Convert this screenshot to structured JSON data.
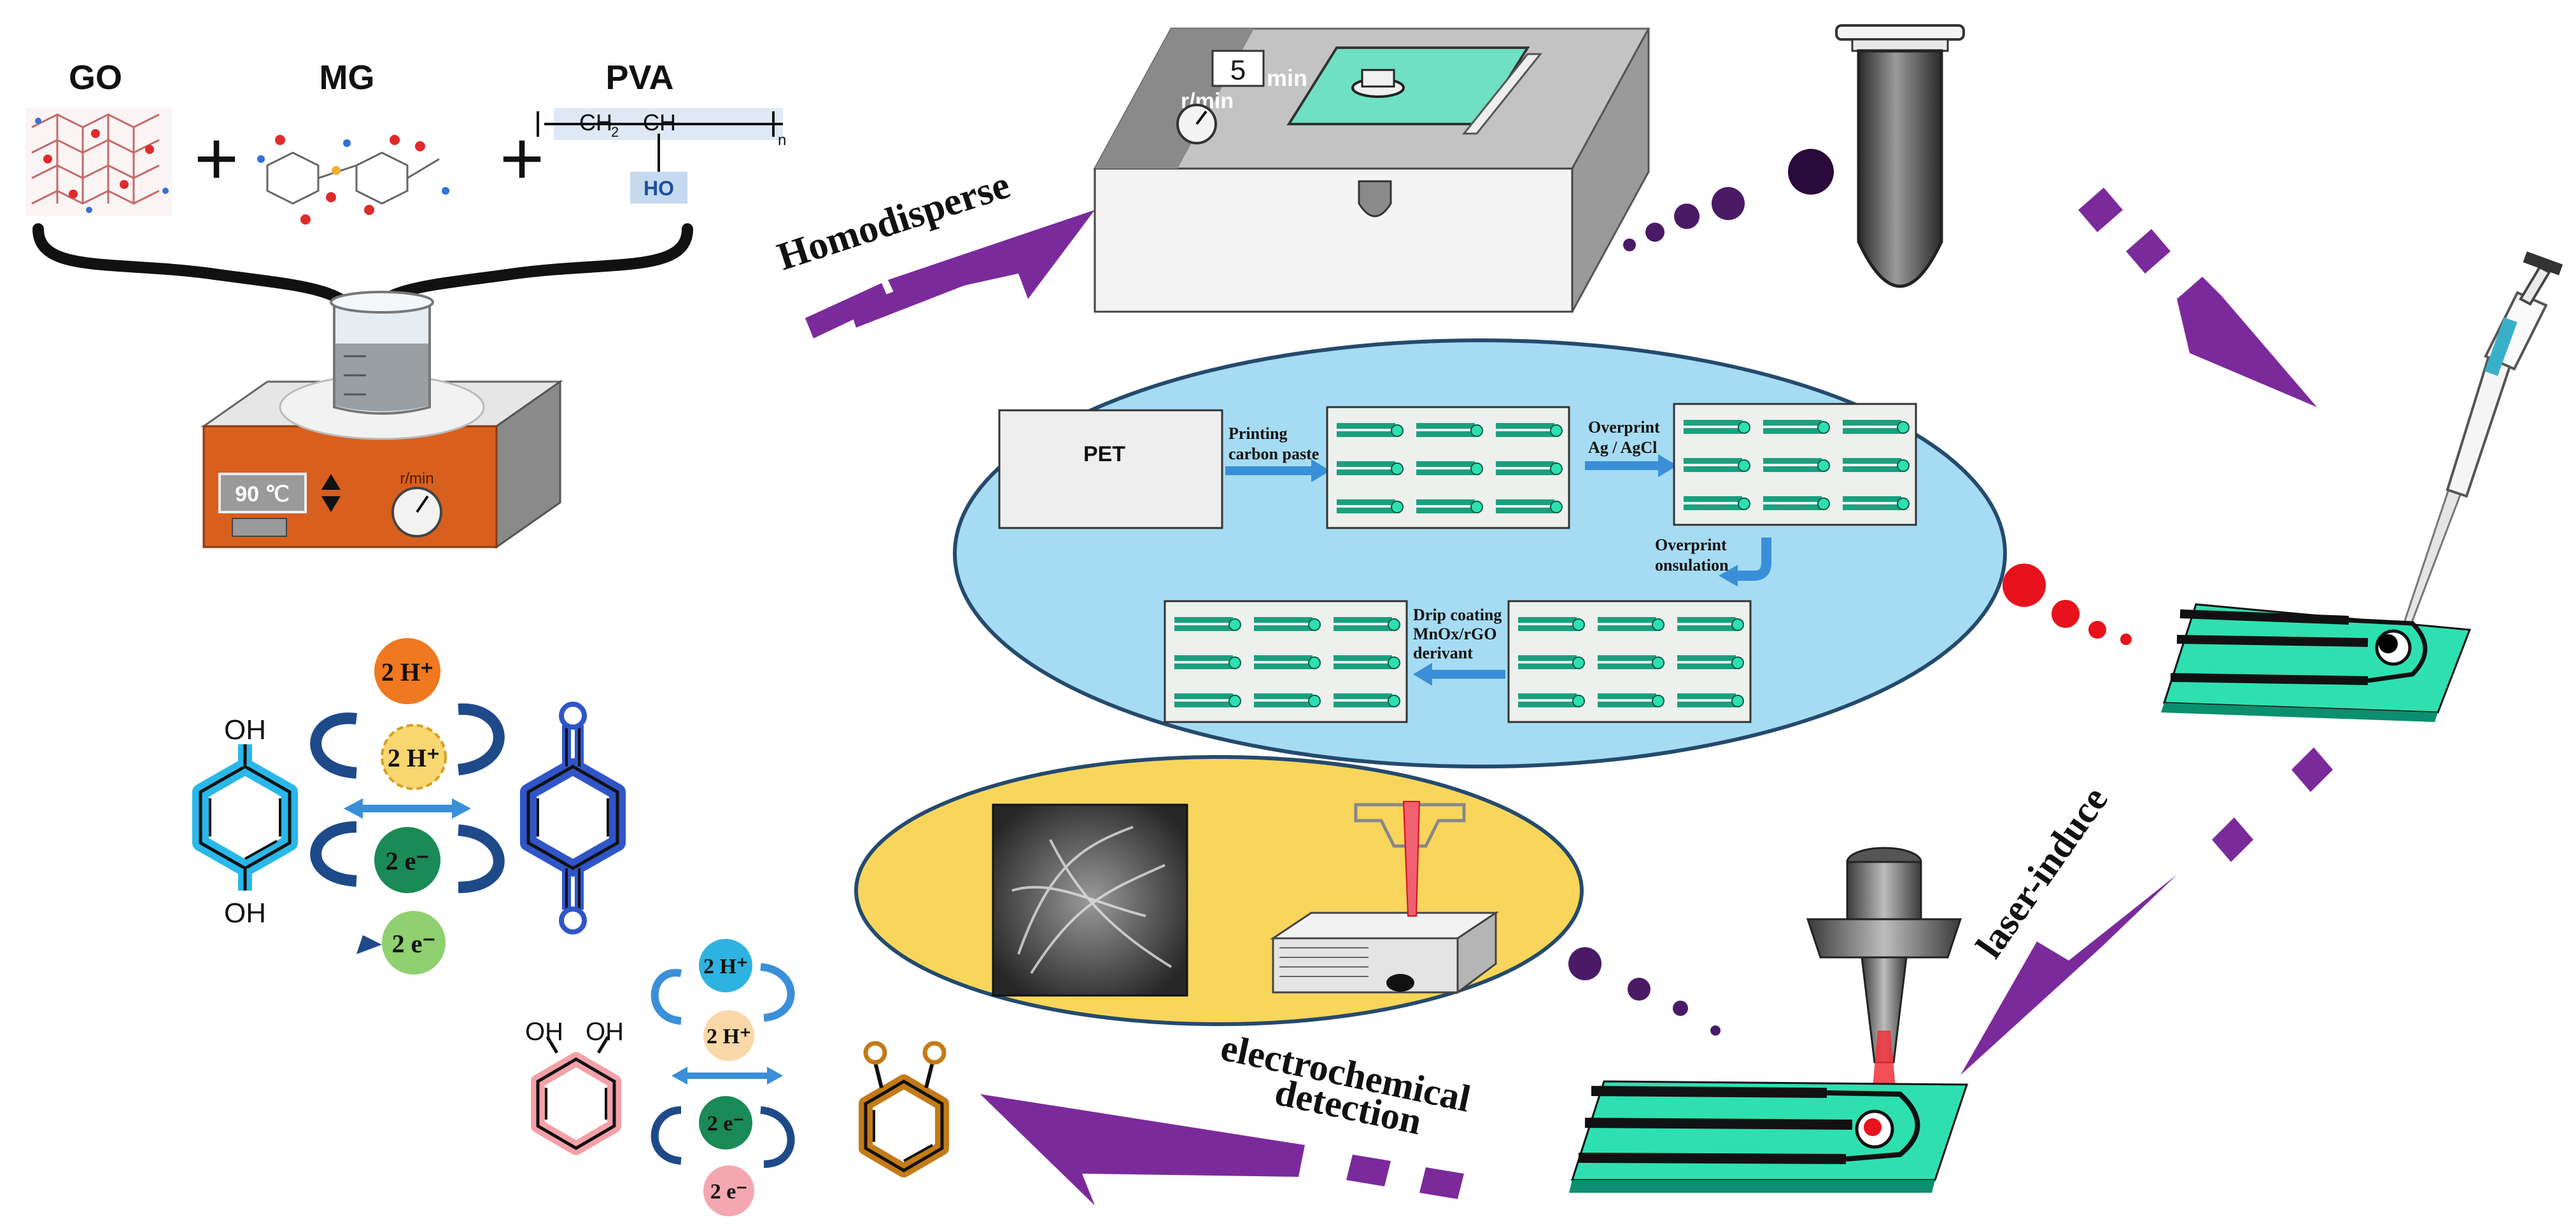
{
  "reagents": {
    "go": "GO",
    "mg": "MG",
    "pva": "PVA",
    "plus": "+",
    "pva_formula": {
      "ch2": "CH",
      "ch2_sub": "2",
      "ch": "CH",
      "n": "n",
      "ho": "HO"
    }
  },
  "hotplate": {
    "temperature": "90 ℃",
    "rpm_label": "r/min"
  },
  "homodisperse_label": "Homodisperse",
  "mixer": {
    "time_value": "5",
    "time_unit": "min",
    "rpm_label": "r/min"
  },
  "fabrication": {
    "pet": "PET",
    "printing_carbon_paste": [
      "Printing",
      "carbon paste"
    ],
    "overprint_ag": [
      "Overprint",
      "Ag / AgCl"
    ],
    "overprint_insulation": [
      "Overprint",
      "onsulation"
    ],
    "drip_coating": [
      "Drip coating",
      "MnOx/rGO",
      "derivant"
    ]
  },
  "laser_label": "laser-induce",
  "detection_label": [
    "electrochemical",
    "detection"
  ],
  "hydroquinone": {
    "oh_top": "OH",
    "oh_bottom": "OH",
    "protons_1": "2 H⁺",
    "protons_2": "2 H⁺",
    "electrons_1": "2 e⁻",
    "electrons_2": "2 e⁻"
  },
  "catechol": {
    "oh_1": "OH",
    "oh_2": "OH",
    "protons_1": "2 H⁺",
    "protons_2": "2 H⁺",
    "electrons_1": "2 e⁻",
    "electrons_2": "2 e⁻"
  },
  "colors": {
    "arrow_purple": "#7b2a9b",
    "dot_purple": "#4a1a66",
    "ellipse_blue": "#a6dcf3",
    "ellipse_yellow": "#f8d65b",
    "electrode_green": "#2ee0b0",
    "hotplate_orange": "#d95f1e",
    "red_dot": "#e8121c"
  }
}
